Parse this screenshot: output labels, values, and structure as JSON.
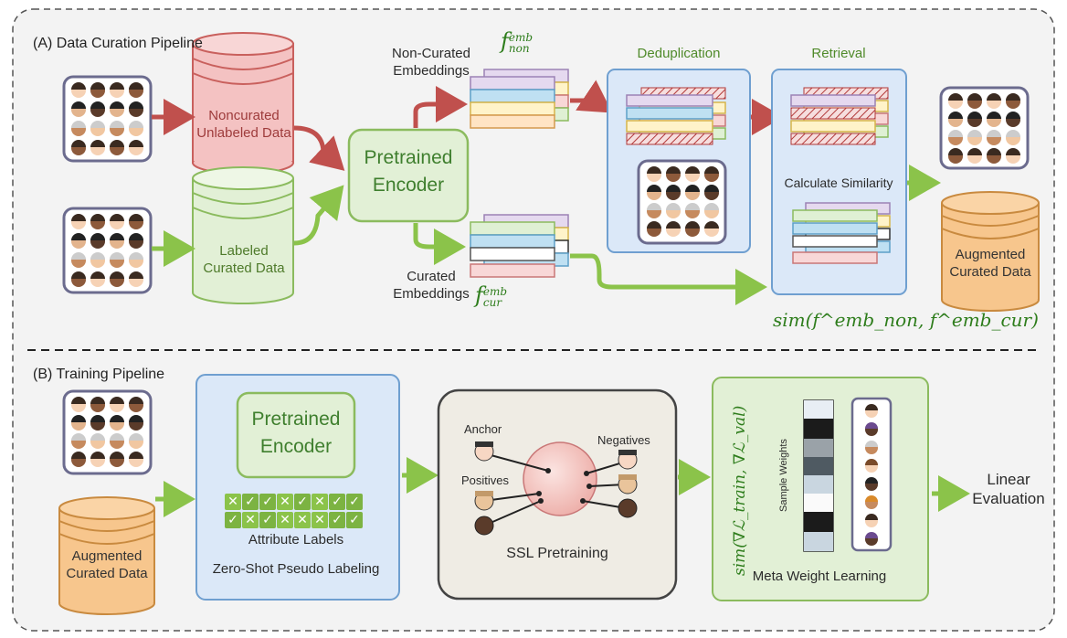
{
  "section_a": {
    "title": "(A) Data Curation Pipeline"
  },
  "section_b": {
    "title": "(B) Training Pipeline"
  },
  "nodes": {
    "noncurated_db": [
      "Noncurated",
      "Unlabeled Data"
    ],
    "labeled_db": [
      "Labeled",
      "Curated Data"
    ],
    "encoder_a": [
      "Pretrained",
      "Encoder"
    ],
    "noncurated_emb": [
      "Non-Curated",
      "Embeddings"
    ],
    "curated_emb": [
      "Curated",
      "Embeddings"
    ],
    "deduplication": "Deduplication",
    "retrieval": "Retrieval",
    "calc_similarity": "Calculate Similarity",
    "augmented_db_a": [
      "Augmented",
      "Curated Data"
    ],
    "augmented_db_b": [
      "Augmented",
      "Curated Data"
    ],
    "encoder_b": [
      "Pretrained",
      "Encoder"
    ],
    "attribute_labels": "Attribute Labels",
    "zero_shot": "Zero-Shot Pseudo Labeling",
    "anchor": "Anchor",
    "positives": "Positives",
    "negatives": "Negatives",
    "ssl": "SSL Pretraining",
    "sample_weights": "Sample Weights",
    "meta": "Meta Weight Learning",
    "linear_eval": [
      "Linear",
      "Evaluation"
    ]
  },
  "math": {
    "f_non": {
      "base": "f",
      "sup": "emb",
      "sub": "non"
    },
    "f_cur": {
      "base": "f",
      "sup": "emb",
      "sub": "cur"
    },
    "sim_a": "sim(f^emb_non, f^emb_cur)",
    "sim_b": "sim(∇ℒ_train, ∇ℒ_val)"
  },
  "attribute_grid": [
    [
      "x",
      "check",
      "check",
      "x",
      "check",
      "x",
      "check",
      "check"
    ],
    [
      "check",
      "x",
      "check",
      "x",
      "x",
      "x",
      "check",
      "check"
    ]
  ],
  "colors": {
    "green_arrow": "#8bc34a",
    "red_arrow": "#c0504d",
    "blue_box": "#dbe8f8",
    "green_box": "#e2f0d6",
    "red_db": "#f4c2c2",
    "orange_db": "#f7c68d",
    "gray_box": "#efece4"
  }
}
